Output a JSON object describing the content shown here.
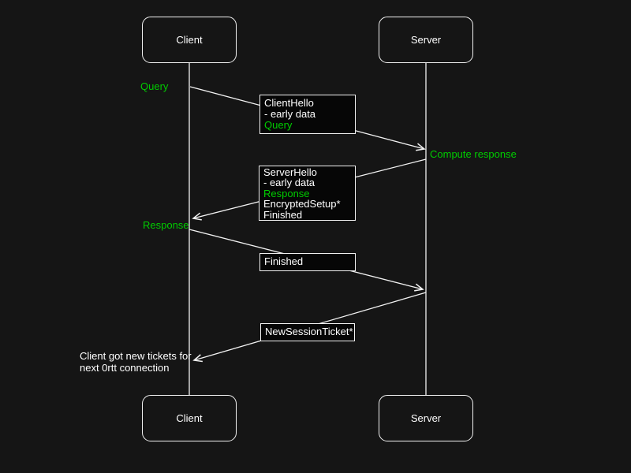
{
  "theme": {
    "background": "#151515",
    "line_color": "#f2f2f2",
    "accent_green": "#00cc00",
    "text_color": "#ffffff",
    "message_box_fill": "#060606"
  },
  "actors": {
    "client_top": "Client",
    "server_top": "Server",
    "client_bottom": "Client",
    "server_bottom": "Server"
  },
  "annotations": {
    "query": "Query",
    "compute_response": "Compute response",
    "response": "Response",
    "note_line1": "Client got new tickets for",
    "note_line2": "next 0rtt connection"
  },
  "messages": {
    "client_hello": {
      "lines": [
        "ClientHello",
        "- early data",
        "Query"
      ]
    },
    "server_hello": {
      "lines": [
        "ServerHello",
        "- early data",
        "Response",
        "EncryptedSetup*",
        "Finished"
      ]
    },
    "finished": {
      "lines": [
        "Finished"
      ]
    },
    "new_session_ticket": {
      "lines": [
        "NewSessionTicket*"
      ]
    }
  }
}
